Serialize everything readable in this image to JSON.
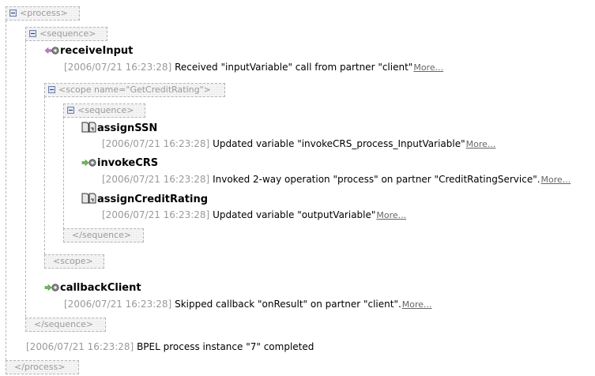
{
  "tree": {
    "process_open": "<process>",
    "process_close": "</process>",
    "outer_sequence_open": "<sequence>",
    "outer_sequence_close": "</sequence>",
    "scope_open": "<scope name=\"GetCreditRating\">",
    "scope_close": "<scope>",
    "inner_sequence_open": "<sequence>",
    "inner_sequence_close": "</sequence>"
  },
  "activities": [
    {
      "name": "receiveInput",
      "icon": "receive-arrow-gear-icon",
      "timestamp": "[2006/07/21 16:23:28]",
      "message": "Received \"inputVariable\" call from partner \"client\"",
      "more": "More..."
    },
    {
      "name": "assignSSN",
      "icon": "assign-documents-icon",
      "timestamp": "[2006/07/21 16:23:28]",
      "message": "Updated variable \"invokeCRS_process_InputVariable\"",
      "more": "More..."
    },
    {
      "name": "invokeCRS",
      "icon": "invoke-arrow-gear-icon",
      "timestamp": "[2006/07/21 16:23:28]",
      "message": "Invoked 2-way operation \"process\" on partner \"CreditRatingService\".",
      "more": "More..."
    },
    {
      "name": "assignCreditRating",
      "icon": "assign-documents-icon",
      "timestamp": "[2006/07/21 16:23:28]",
      "message": "Updated variable \"outputVariable\"",
      "more": "More..."
    },
    {
      "name": "callbackClient",
      "icon": "invoke-arrow-gear-icon",
      "timestamp": "[2006/07/21 16:23:28]",
      "message": "Skipped callback \"onResult\" on partner \"client\".",
      "more": "More..."
    }
  ],
  "completion": {
    "timestamp": "[2006/07/21 16:23:28]",
    "message": "BPEL process instance \"7\" completed"
  },
  "colors": {
    "receive_arrow": "#c080c8",
    "invoke_arrow": "#6cbf5a",
    "tag_border": "#b4b4b4",
    "tag_text": "#9a9a9a"
  }
}
